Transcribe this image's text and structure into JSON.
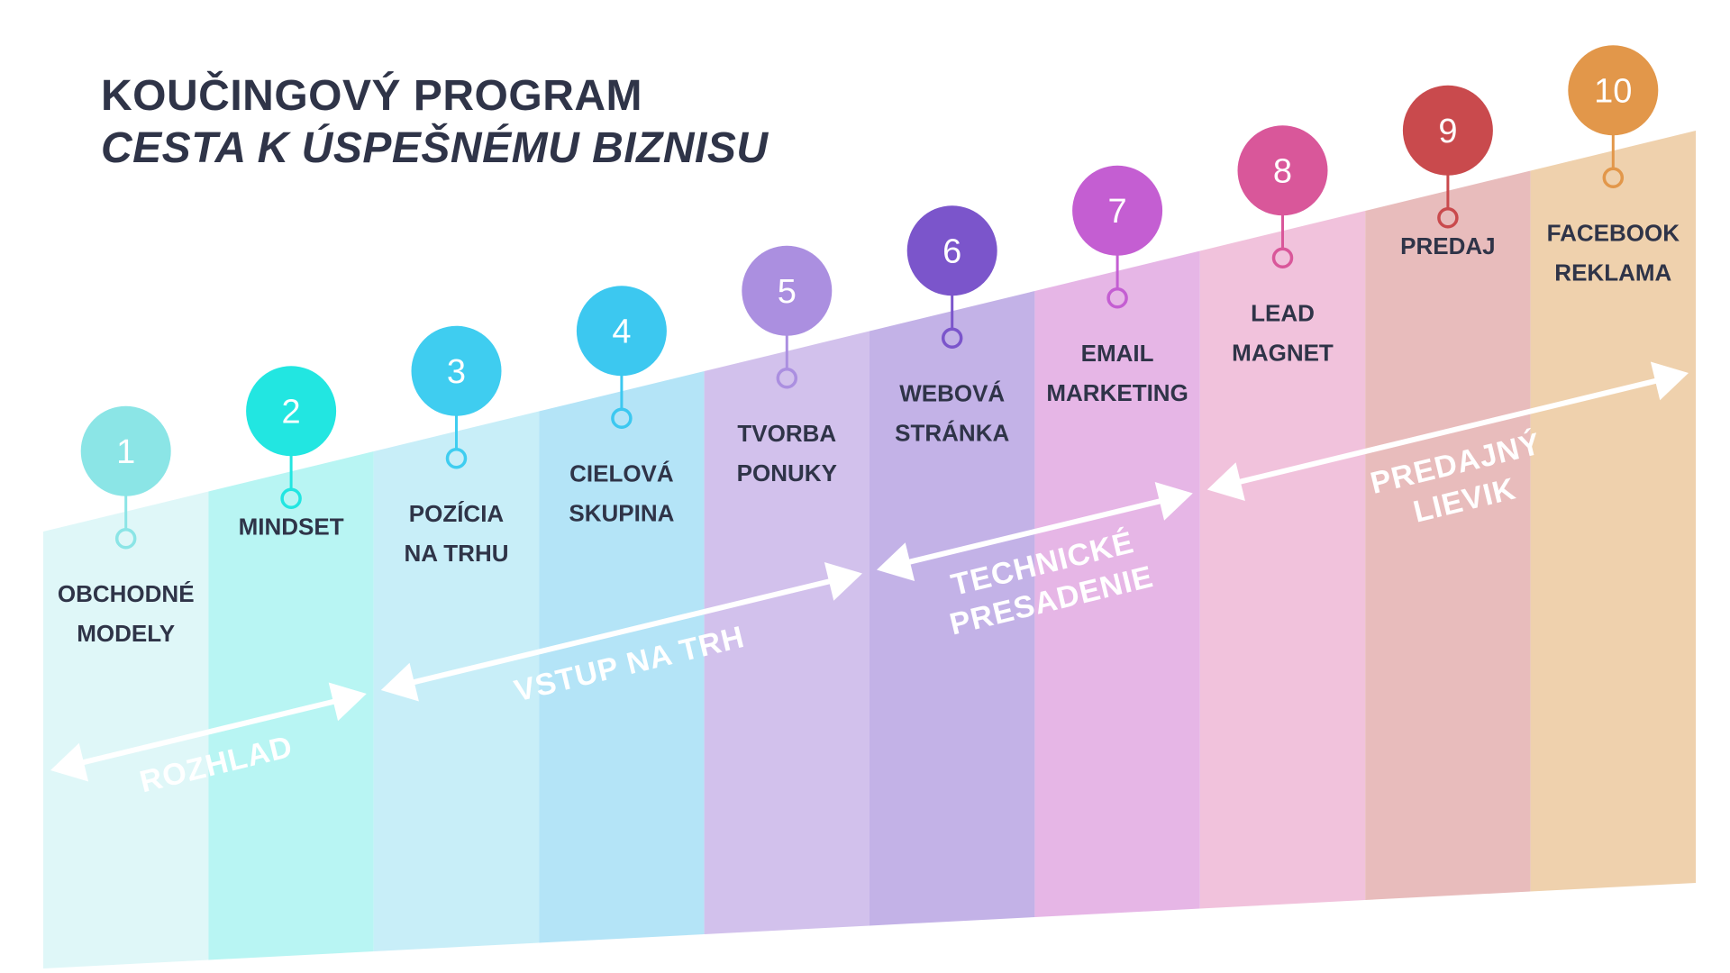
{
  "title": {
    "line1": "KOUČINGOVÝ PROGRAM",
    "line2": "CESTA K ÚSPEŠNÉMU BIZNISU"
  },
  "steps": [
    {
      "number": "1",
      "label": [
        "OBCHODNÉ",
        "MODELY"
      ],
      "circle_color": "#8be5e6",
      "band_color": "#dff7f8"
    },
    {
      "number": "2",
      "label": [
        "MINDSET"
      ],
      "circle_color": "#22e6e1",
      "band_color": "#b8f5f3"
    },
    {
      "number": "3",
      "label": [
        "POZÍCIA",
        "NA TRHU"
      ],
      "circle_color": "#3fcdf0",
      "band_color": "#c8eef8"
    },
    {
      "number": "4",
      "label": [
        "CIELOVÁ",
        "SKUPINA"
      ],
      "circle_color": "#3cc8f0",
      "band_color": "#b4e4f7"
    },
    {
      "number": "5",
      "label": [
        "TVORBA",
        "PONUKY"
      ],
      "circle_color": "#ab8fe0",
      "band_color": "#d2c1ec"
    },
    {
      "number": "6",
      "label": [
        "WEBOVÁ",
        "STRÁNKA"
      ],
      "circle_color": "#7b55cb",
      "band_color": "#c3b2e7"
    },
    {
      "number": "7",
      "label": [
        "EMAIL",
        "MARKETING"
      ],
      "circle_color": "#c45ed2",
      "band_color": "#e6b6e6"
    },
    {
      "number": "8",
      "label": [
        "LEAD",
        "MAGNET"
      ],
      "circle_color": "#d9579a",
      "band_color": "#f1c2dc"
    },
    {
      "number": "9",
      "label": [
        "PREDAJ"
      ],
      "circle_color": "#c94a4d",
      "band_color": "#e8bcbc"
    },
    {
      "number": "10",
      "label": [
        "FACEBOOK",
        "REKLAMA"
      ],
      "circle_color": "#e2974a",
      "band_color": "#efd1ad"
    }
  ],
  "phases": [
    {
      "name": [
        "ROZHLAD"
      ],
      "span": [
        1,
        2
      ]
    },
    {
      "name": [
        "VSTUP NA TRH"
      ],
      "span": [
        3,
        5
      ]
    },
    {
      "name": [
        "TECHNICKÉ",
        "PRESADENIE"
      ],
      "span": [
        6,
        7
      ]
    },
    {
      "name": [
        "PREDAJNÝ",
        "LIEVIK"
      ],
      "span": [
        8,
        10
      ]
    }
  ],
  "colors": {
    "title": "#2f3448",
    "label": "#2f3448",
    "arrow": "#ffffff"
  }
}
